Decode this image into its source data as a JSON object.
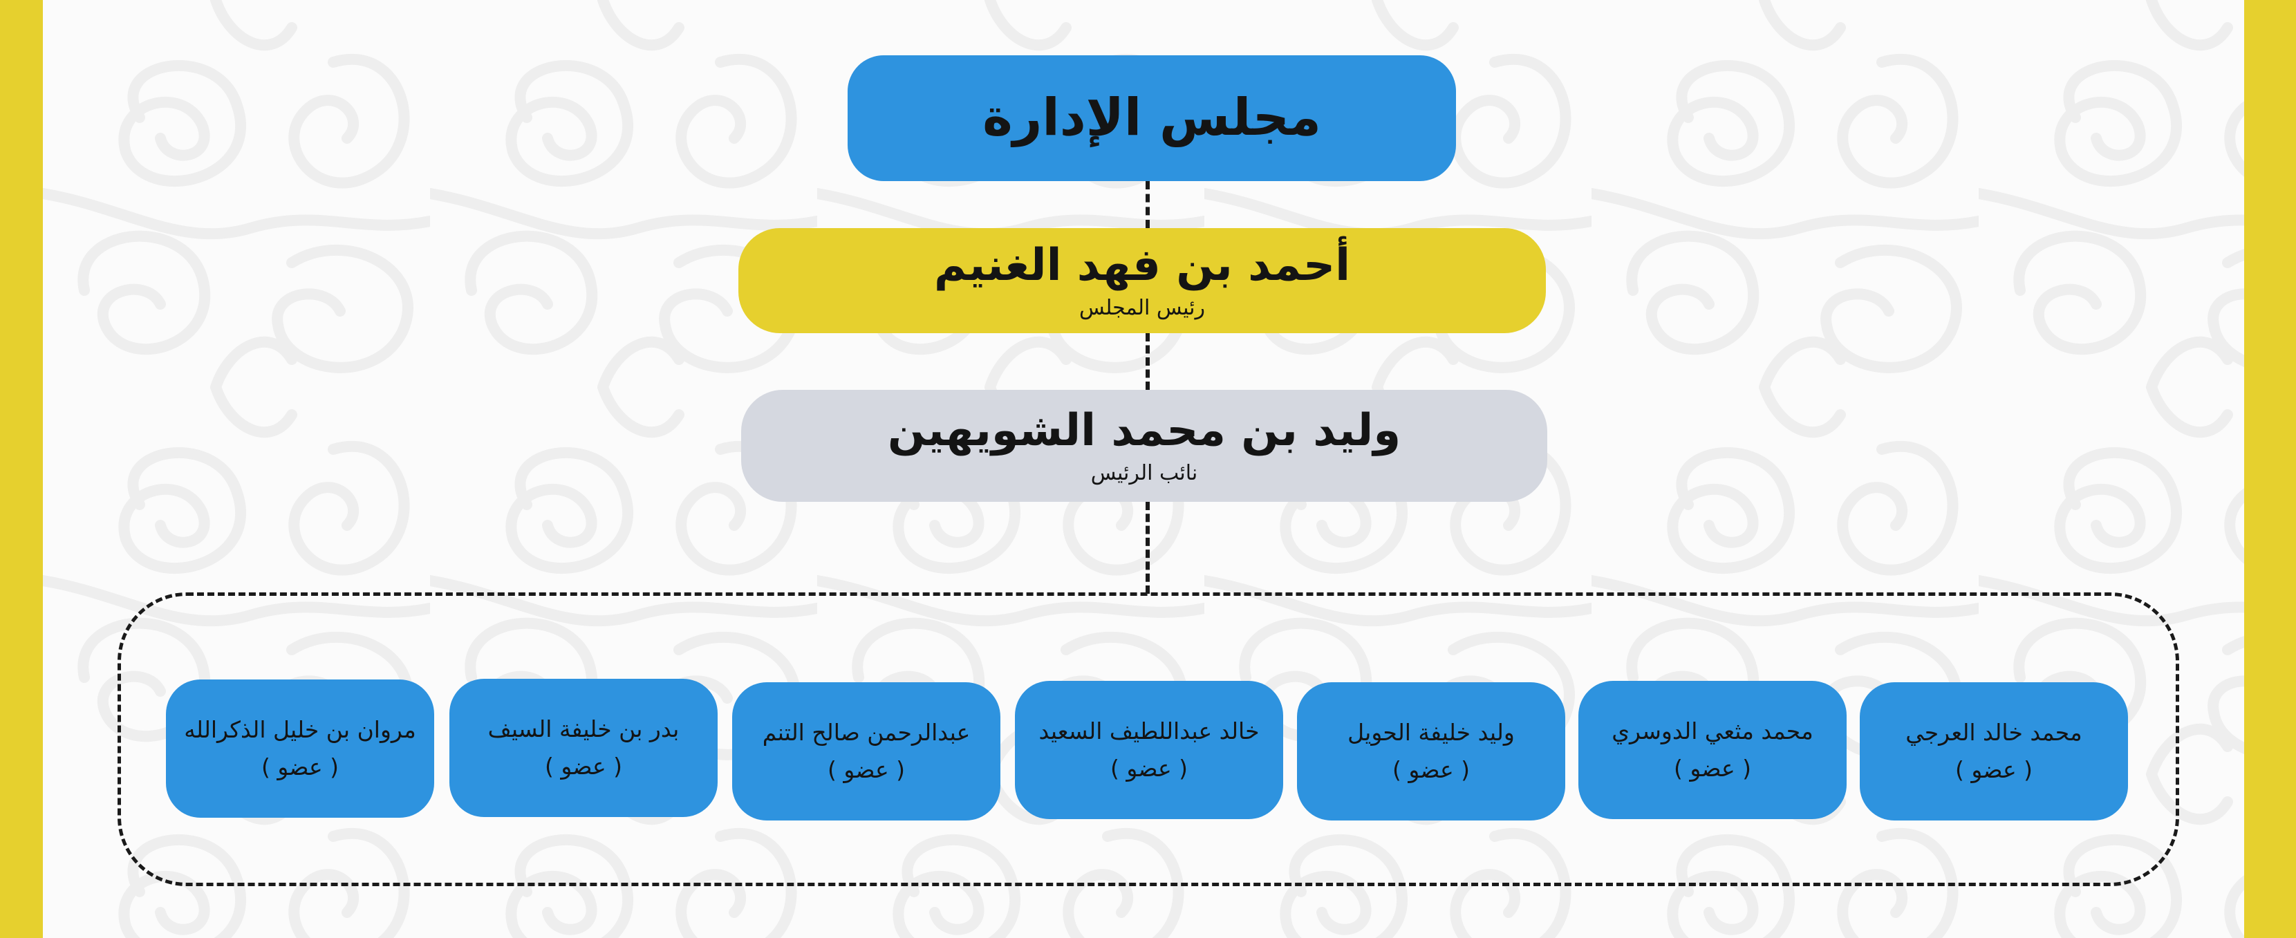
{
  "board": {
    "title": "مجلس الإدارة"
  },
  "chairman": {
    "name": "أحمد بن فهد الغنيم",
    "role": "رئيس المجلس"
  },
  "vice": {
    "name": "وليد بن محمد الشويهين",
    "role": "نائب الرئيس"
  },
  "members": [
    {
      "name": "محمد خالد العرجي",
      "role": "( عضو )"
    },
    {
      "name": "محمد مثعي الدوسري",
      "role": "( عضو )"
    },
    {
      "name": "وليد خليفة الحويل",
      "role": "( عضو )"
    },
    {
      "name": "خالد عبداللطيف السعيد",
      "role": "( عضو )"
    },
    {
      "name": "عبدالرحمن صالح التنم",
      "role": "( عضو )"
    },
    {
      "name": "بدر بن خليفة السيف",
      "role": "( عضو )"
    },
    {
      "name": "مروان بن خليل الذكرالله",
      "role": "( عضو )"
    }
  ],
  "colors": {
    "border": "#e6d02e",
    "blue": "#2e93df",
    "yellow": "#e6d02e",
    "gray": "#d5d8e0",
    "background": "#fbfbfb"
  }
}
